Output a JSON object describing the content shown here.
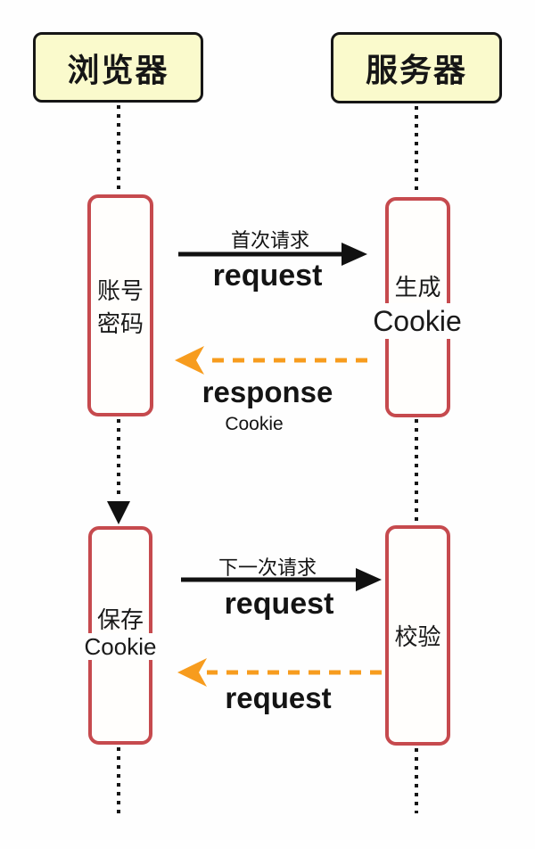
{
  "diagram": {
    "type": "sequence-diagram",
    "actors": [
      {
        "id": "browser",
        "label": "浏览器"
      },
      {
        "id": "server",
        "label": "服务器"
      }
    ],
    "activations": [
      {
        "id": "browser-first",
        "line1": "账号",
        "line2": "密码"
      },
      {
        "id": "server-first",
        "line1": "生成",
        "line2": "Cookie"
      },
      {
        "id": "browser-second",
        "line1": "保存",
        "line2": "Cookie"
      },
      {
        "id": "server-second",
        "line1": "校验"
      }
    ],
    "messages": [
      {
        "from": "browser",
        "to": "server",
        "style": "solid",
        "top_label": "首次请求",
        "main_label": "request"
      },
      {
        "from": "server",
        "to": "browser",
        "style": "dashed",
        "main_label": "response",
        "sub_label": "Cookie"
      },
      {
        "from": "browser",
        "to": "server",
        "style": "solid",
        "top_label": "下一次请求",
        "main_label": "request"
      },
      {
        "from": "server",
        "to": "browser",
        "style": "dashed",
        "main_label": "request"
      }
    ],
    "colors": {
      "background": "#fefefe",
      "actor_fill": "#fafacc",
      "actor_border": "#161616",
      "activation_border": "#c64a4e",
      "solid_arrow": "#111111",
      "dashed_arrow": "#f79c1e",
      "text": "#161616"
    }
  }
}
